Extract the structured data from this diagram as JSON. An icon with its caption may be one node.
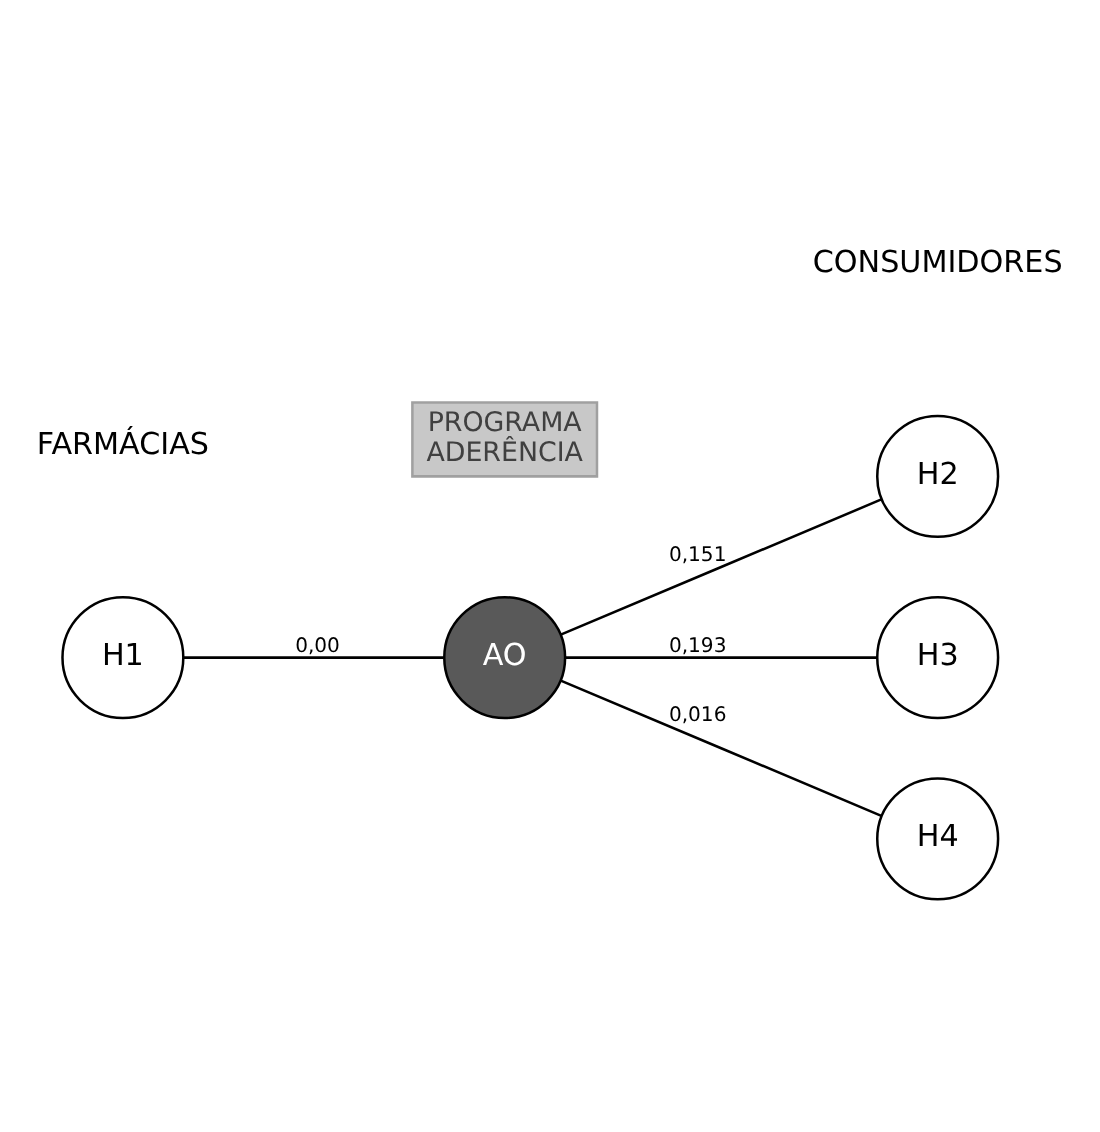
{
  "diagram": {
    "nodes": [
      {
        "text": [
          "PROGRAMA",
          "ADERÊNCIA"
        ]
      },
      {
        "text": [
          "H1"
        ]
      },
      {
        "text": [
          "H2"
        ]
      },
      {
        "text": [
          "AO"
        ]
      },
      {
        "text": [
          "H3"
        ]
      },
      {
        "text": [
          "H4"
        ]
      }
    ],
    "edges": [
      {
        "from": 1,
        "to": 3,
        "arrow": "none",
        "label": "0,00"
      },
      {
        "from": 3,
        "to": 2,
        "arrow": "none",
        "label": "0,151"
      },
      {
        "from": 3,
        "to": 4,
        "arrow": "none",
        "label": "0,193"
      },
      {
        "from": 3,
        "to": 5,
        "arrow": "none",
        "label": "0,016"
      }
    ],
    "labels": [
      "FARMÁCIAS",
      "CONSUMIDORES"
    ]
  }
}
